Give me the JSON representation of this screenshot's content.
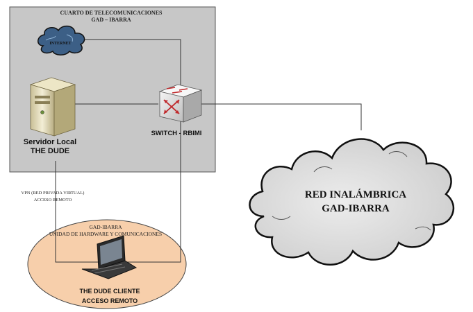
{
  "room": {
    "title_line1": "CUARTO DE TELECOMUNICACIONES",
    "title_line2": "GAD – IBARRA"
  },
  "internet": {
    "label": "INTERNET"
  },
  "server": {
    "label_line1": "Servidor Local",
    "label_line2": "THE DUDE"
  },
  "switch": {
    "label": "SWITCH - RBIMI"
  },
  "vpn": {
    "label_line1": "VPN (RED PRIVADA VIRTUAL)",
    "label_line2": "ACCESO REMOTO"
  },
  "remote_unit": {
    "title_line1": "GAD-IBARRA",
    "title_line2": "UNIDAD DE HARDWARE Y COMUNICACIONES",
    "client_line1": "THE DUDE CLIENTE",
    "client_line2": "ACCESO REMOTO"
  },
  "wireless": {
    "label_line1": "RED INALÁMBRICA",
    "label_line2": "GAD-IBARRA"
  },
  "colors": {
    "room_fill": "#c7c7c7",
    "ellipse_fill": "#f7cfab",
    "cloud_fill": "#dcdcdc",
    "internet_fill": "#3c5f86"
  }
}
